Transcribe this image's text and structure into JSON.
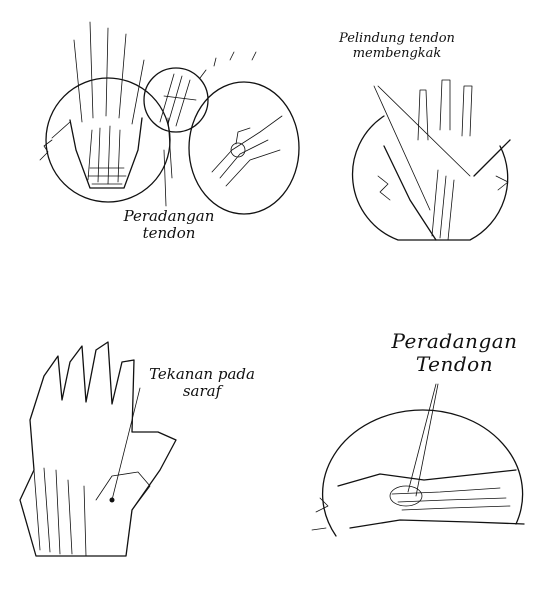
{
  "labels": {
    "inflammation_top": "Peradangan\ntendon",
    "tendon_sheath": "Pelindung tendon\nmembengkak",
    "nerve_pressure": "Tekanan pada\nsaraf",
    "inflammation_bottom": "Peradangan\nTendon"
  }
}
